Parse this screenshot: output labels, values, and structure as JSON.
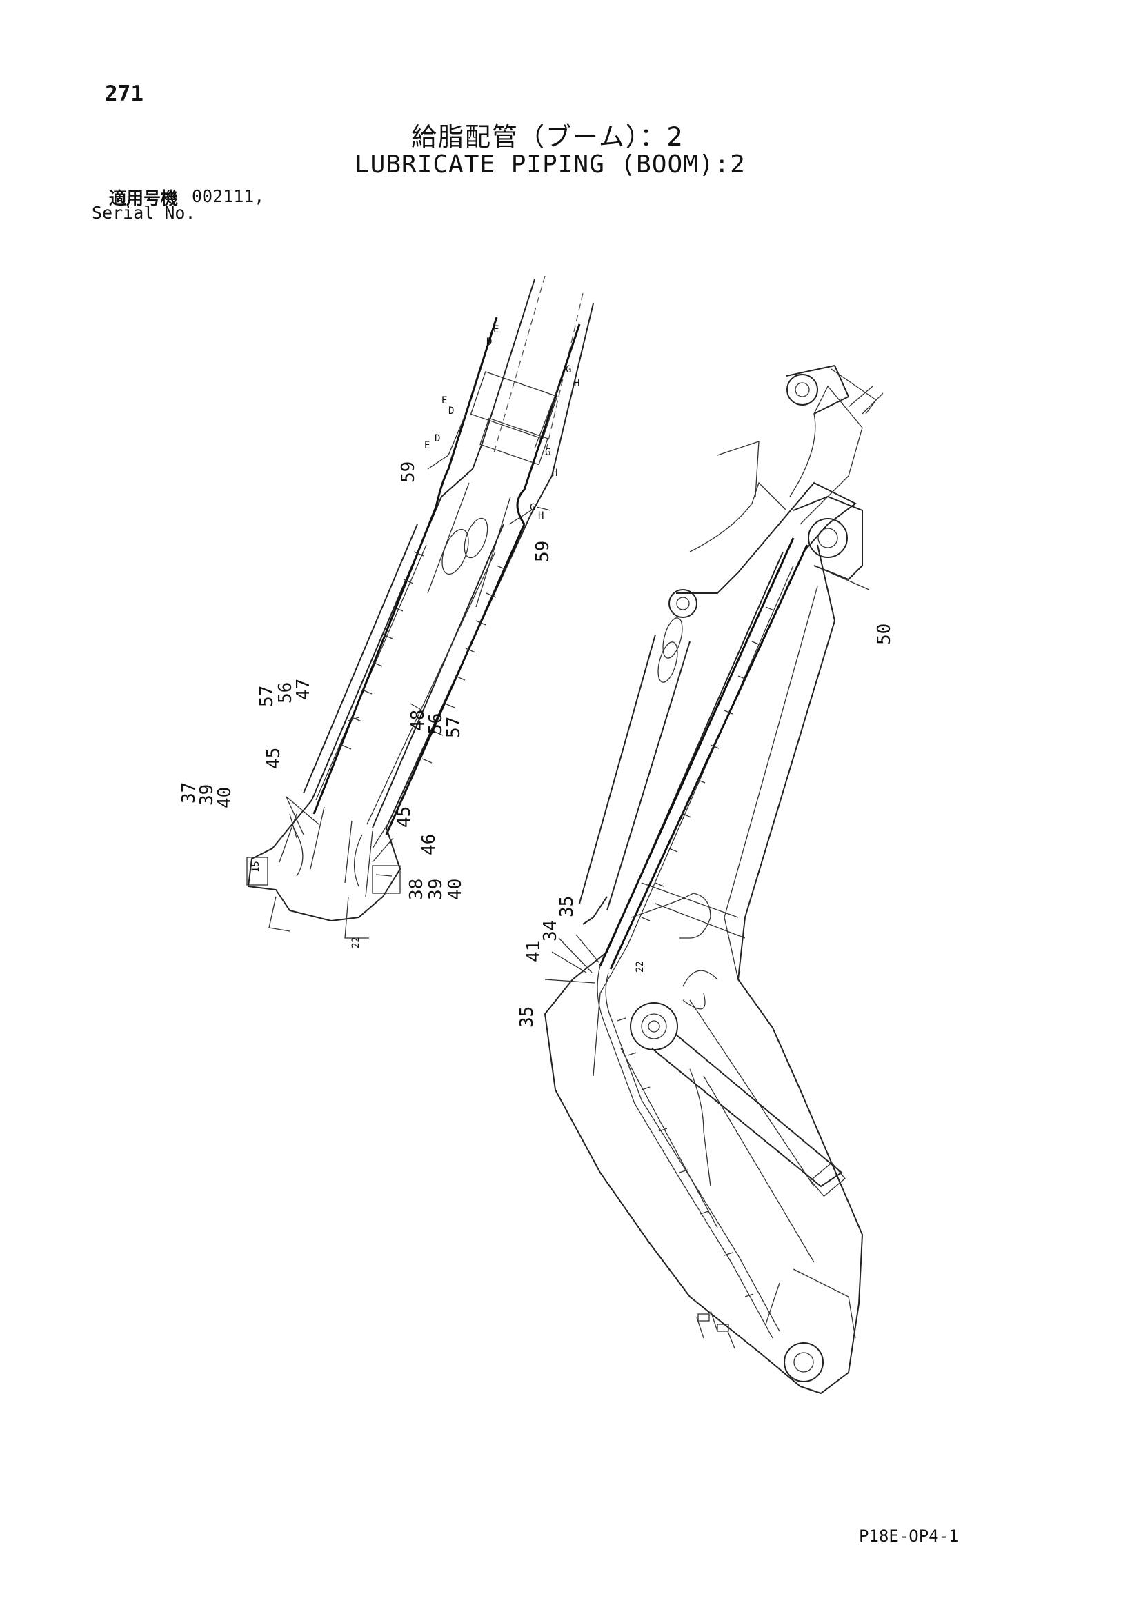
{
  "page_number": "271",
  "title_ja": "給脂配管（ブーム）：2",
  "title_en": "LUBRICATE PIPING (BOOM):2",
  "serial": {
    "label_ja": "適用号機",
    "value": "002111,",
    "label_en": "Serial No."
  },
  "doc_code": "P18E-OP4-1",
  "callouts": {
    "c59a": "59",
    "c59b": "59",
    "c57a": "57",
    "c56a": "56",
    "c47": "47",
    "c48": "48",
    "c56b": "56",
    "c57b": "57",
    "c37": "37",
    "c39a": "39",
    "c40a": "40",
    "c45a": "45",
    "c45b": "45",
    "c46": "46",
    "c38": "38",
    "c39b": "39",
    "c40b": "40",
    "c50": "50",
    "c35a": "35",
    "c34": "34",
    "c41": "41",
    "c35b": "35",
    "c22a": "22",
    "c22b": "22",
    "c15": "15"
  },
  "connectors": {
    "d1": "D",
    "e1": "E",
    "d2": "D",
    "e2": "E",
    "d3": "D",
    "e3": "E",
    "g1": "G",
    "h1": "H",
    "g2": "G",
    "h2": "H",
    "g3": "G",
    "h3": "H"
  }
}
